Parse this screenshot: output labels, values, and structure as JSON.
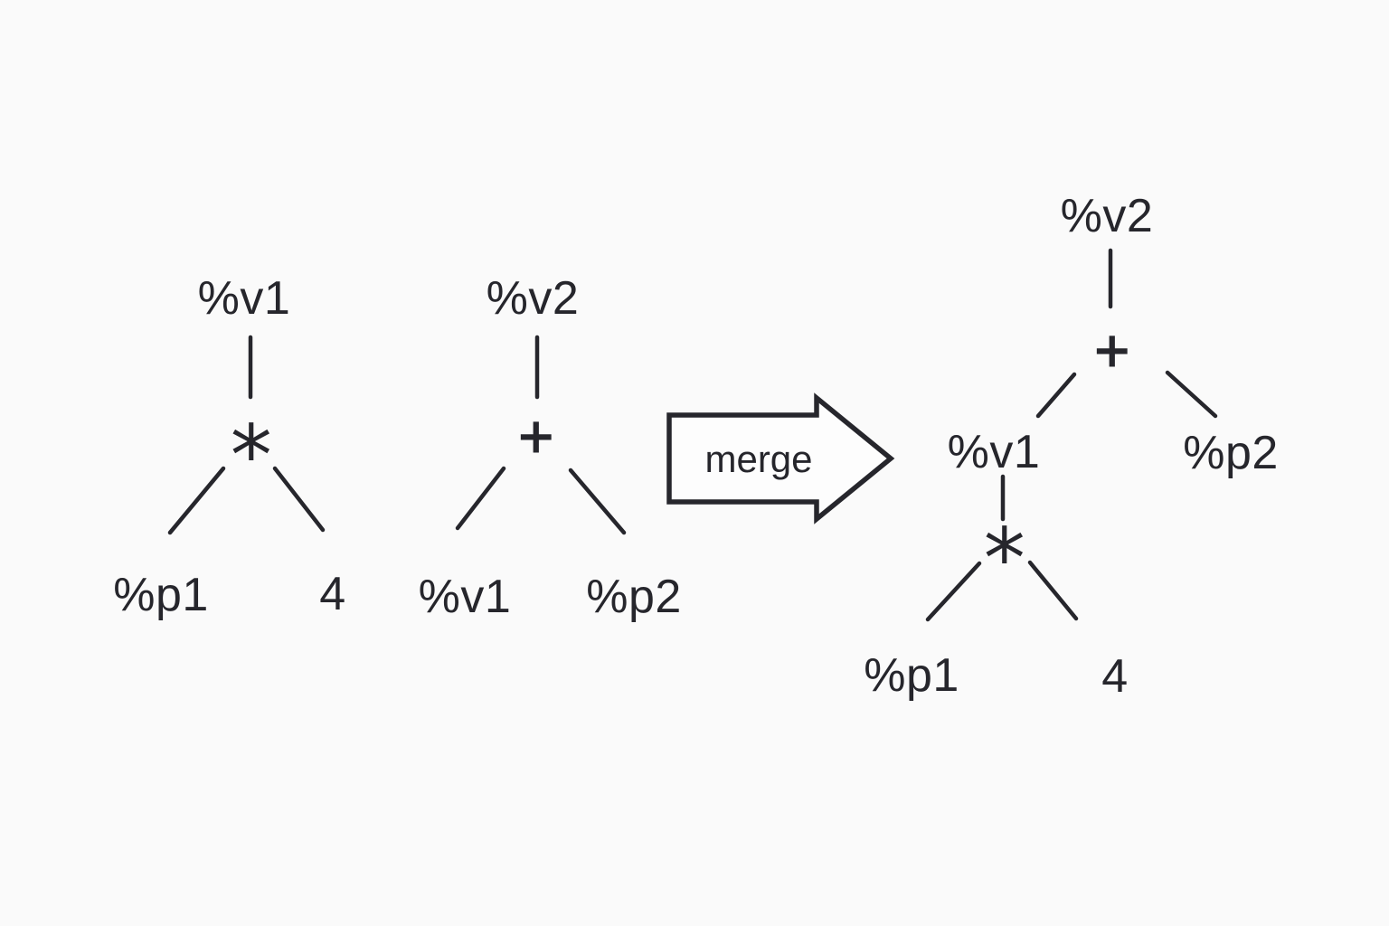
{
  "colors": {
    "background": "#fafafa",
    "ink": "#26262c",
    "arrow_fill": "#fdfdfd"
  },
  "tree_v1": {
    "root": "%v1",
    "operator": "*",
    "left_child": "%p1",
    "right_child": "4"
  },
  "tree_v2": {
    "root": "%v2",
    "operator": "+",
    "left_child": "%v1",
    "right_child": "%p2"
  },
  "arrow": {
    "label": "merge"
  },
  "merged_tree": {
    "root": "%v2",
    "operator": "+",
    "right_child": "%p2",
    "subtree": {
      "root": "%v1",
      "operator": "*",
      "left_child": "%p1",
      "right_child": "4"
    }
  }
}
